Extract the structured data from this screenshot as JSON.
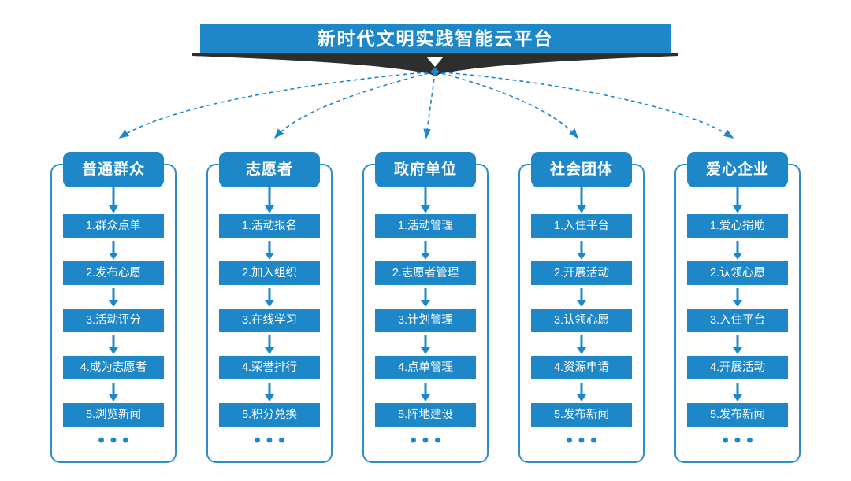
{
  "title": "新时代文明实践智能云平台",
  "ellipsis": "•••",
  "colors": {
    "primary_blue": "#1E87C8",
    "ribbon_dark": "#2E2E2E",
    "panel_border": "#2B8FCB",
    "background": "#FFFFFF",
    "text_on_blue": "#FFFFFF"
  },
  "columns": [
    {
      "header": "普通群众",
      "steps": [
        "1.群众点单",
        "2.发布心愿",
        "3.活动评分",
        "4.成为志愿者",
        "5.浏览新闻"
      ]
    },
    {
      "header": "志愿者",
      "steps": [
        "1.活动报名",
        "2.加入组织",
        "3.在线学习",
        "4.荣誉排行",
        "5.积分兑换"
      ]
    },
    {
      "header": "政府单位",
      "steps": [
        "1.活动管理",
        "2.志愿者管理",
        "3.计划管理",
        "4.点单管理",
        "5.阵地建设"
      ]
    },
    {
      "header": "社会团体",
      "steps": [
        "1.入住平台",
        "2.开展活动",
        "3.认领心愿",
        "4.资源申请",
        "5.发布新闻"
      ]
    },
    {
      "header": "爱心企业",
      "steps": [
        "1.爱心捐助",
        "2.认领心愿",
        "3.入住平台",
        "4.开展活动",
        "5.发布新闻"
      ]
    }
  ]
}
